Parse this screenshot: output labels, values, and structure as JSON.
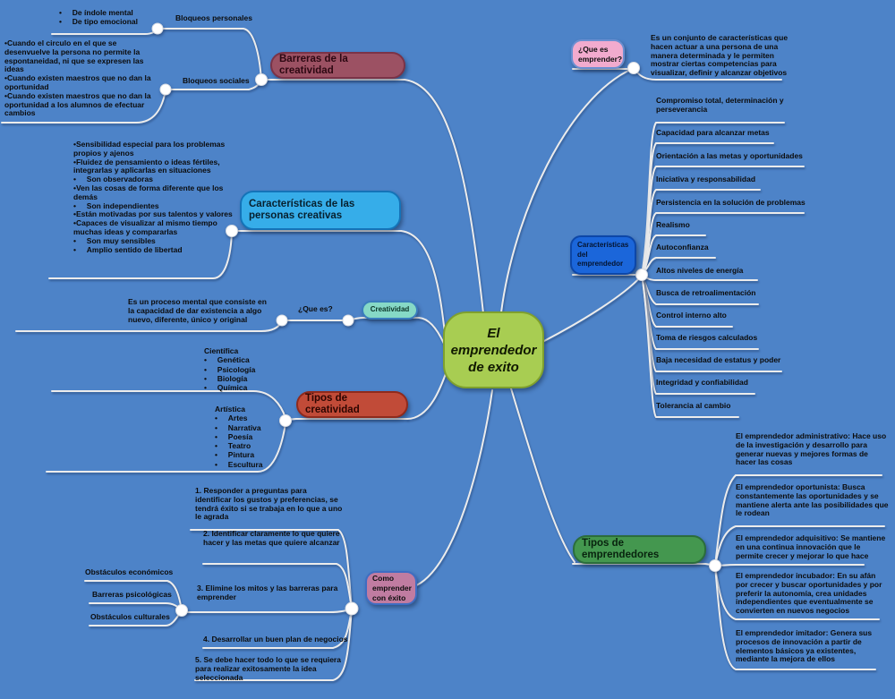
{
  "central": {
    "label": "El emprendedor de exito"
  },
  "barreras": {
    "node_label": "Barreras de la creatividad",
    "bloqueos_personales": {
      "label": "Bloqueos personales",
      "items": "•     De índole mental\n•     De tipo emocional"
    },
    "bloqueos_sociales": {
      "label": "Bloqueos sociales",
      "text": "•Cuando el circulo en el que se desenvuelve la persona no permite la espontaneidad, ni que se expresen las ideas\n•Cuando existen maestros que no dan la oportunidad\n•Cuando existen maestros que no dan la oportunidad a los alumnos de efectuar cambios"
    }
  },
  "personas_creativas": {
    "node_label": "Características de las personas creativas",
    "text": "•Sensibilidad especial para los problemas propios y ajenos\n•Fluidez de pensamiento o ideas fértiles, integrarlas y aplicarlas en situaciones\n•     Son observadoras\n•Ven las cosas de forma diferente que los demás\n•     Son independientes\n•Están motivadas por sus talentos y valores\n•Capaces de visualizar al mismo tiempo muchas ideas y compararlas\n•     Son muy sensibles\n•     Amplio sentido de libertad"
  },
  "creatividad": {
    "node_label": "Creatividad",
    "que_es_label": "¿Que es?",
    "definition": "Es un proceso mental que consiste en la capacidad de dar existencia a algo nuevo, diferente, único y original"
  },
  "tipos_creatividad": {
    "node_label": "Tipos de creatividad",
    "cientifica": "Científica\n•     Genética\n•     Psicología\n•     Biología\n•     Química",
    "artistica": "Artística\n•     Artes\n•     Narrativa\n•     Poesía\n•     Teatro\n•     Pintura\n•     Escultura"
  },
  "como_emprender": {
    "node_label": "Como emprender con éxito",
    "steps": [
      "1. Responder a preguntas para identificar los gustos y preferencias, se tendrá éxito si se trabaja en lo que a uno le agrada",
      "2. Identificar claramente lo que quiere hacer y las metas que quiere alcanzar",
      "3. Elimine los mitos y las barreras para emprender",
      "4. Desarrollar un buen plan de negocios",
      "5. Se debe hacer todo lo que se requiera para realizar exitosamente la idea seleccionada"
    ],
    "obstaculos": [
      "Obstáculos económicos",
      "Barreras psicológicas",
      "Obstáculos culturales"
    ]
  },
  "que_es_emprender": {
    "node_label": "¿Que es emprender?",
    "definition": "Es un conjunto de características que hacen actuar a una persona de una manera determinada y le permiten mostrar ciertas competencias para visualizar, definir y alcanzar objetivos"
  },
  "caracteristicas_emprendedor": {
    "node_label": "Características del emprendedor",
    "items": [
      "Compromiso total, determinación y perseverancia",
      "Capacidad para alcanzar metas",
      "Orientación a las metas y oportunidades",
      "Iniciativa y responsabilidad",
      "Persistencia en la solución de problemas",
      "Realismo",
      "Autoconfianza",
      "Altos niveles de energía",
      "Busca de retroalimentación",
      "Control interno alto",
      "Toma de riesgos calculados",
      "Baja necesidad de estatus y poder",
      "Integridad y confiabilidad",
      "Tolerancia al cambio"
    ]
  },
  "tipos_emprendedores": {
    "node_label": "Tipos de emprendedores",
    "items": [
      "El emprendedor administrativo: Hace uso de la investigación y desarrollo para generar nuevas y mejores formas de hacer las cosas",
      "El emprendedor oportunista: Busca constantemente las oportunidades y se mantiene alerta ante las posibilidades que le rodean",
      "El emprendedor adquisitivo: Se mantiene en una continua innovación que le permite crecer y mejorar lo que hace",
      "El emprendedor incubador: En su afán por crecer y buscar oportunidades y por preferir la autonomía, crea unidades independientes que eventualmente se convierten en nuevos negocios",
      "El emprendedor imitador: Genera sus procesos de innovación a partir de elementos básicos ya existentes, mediante la mejora de ellos"
    ]
  }
}
